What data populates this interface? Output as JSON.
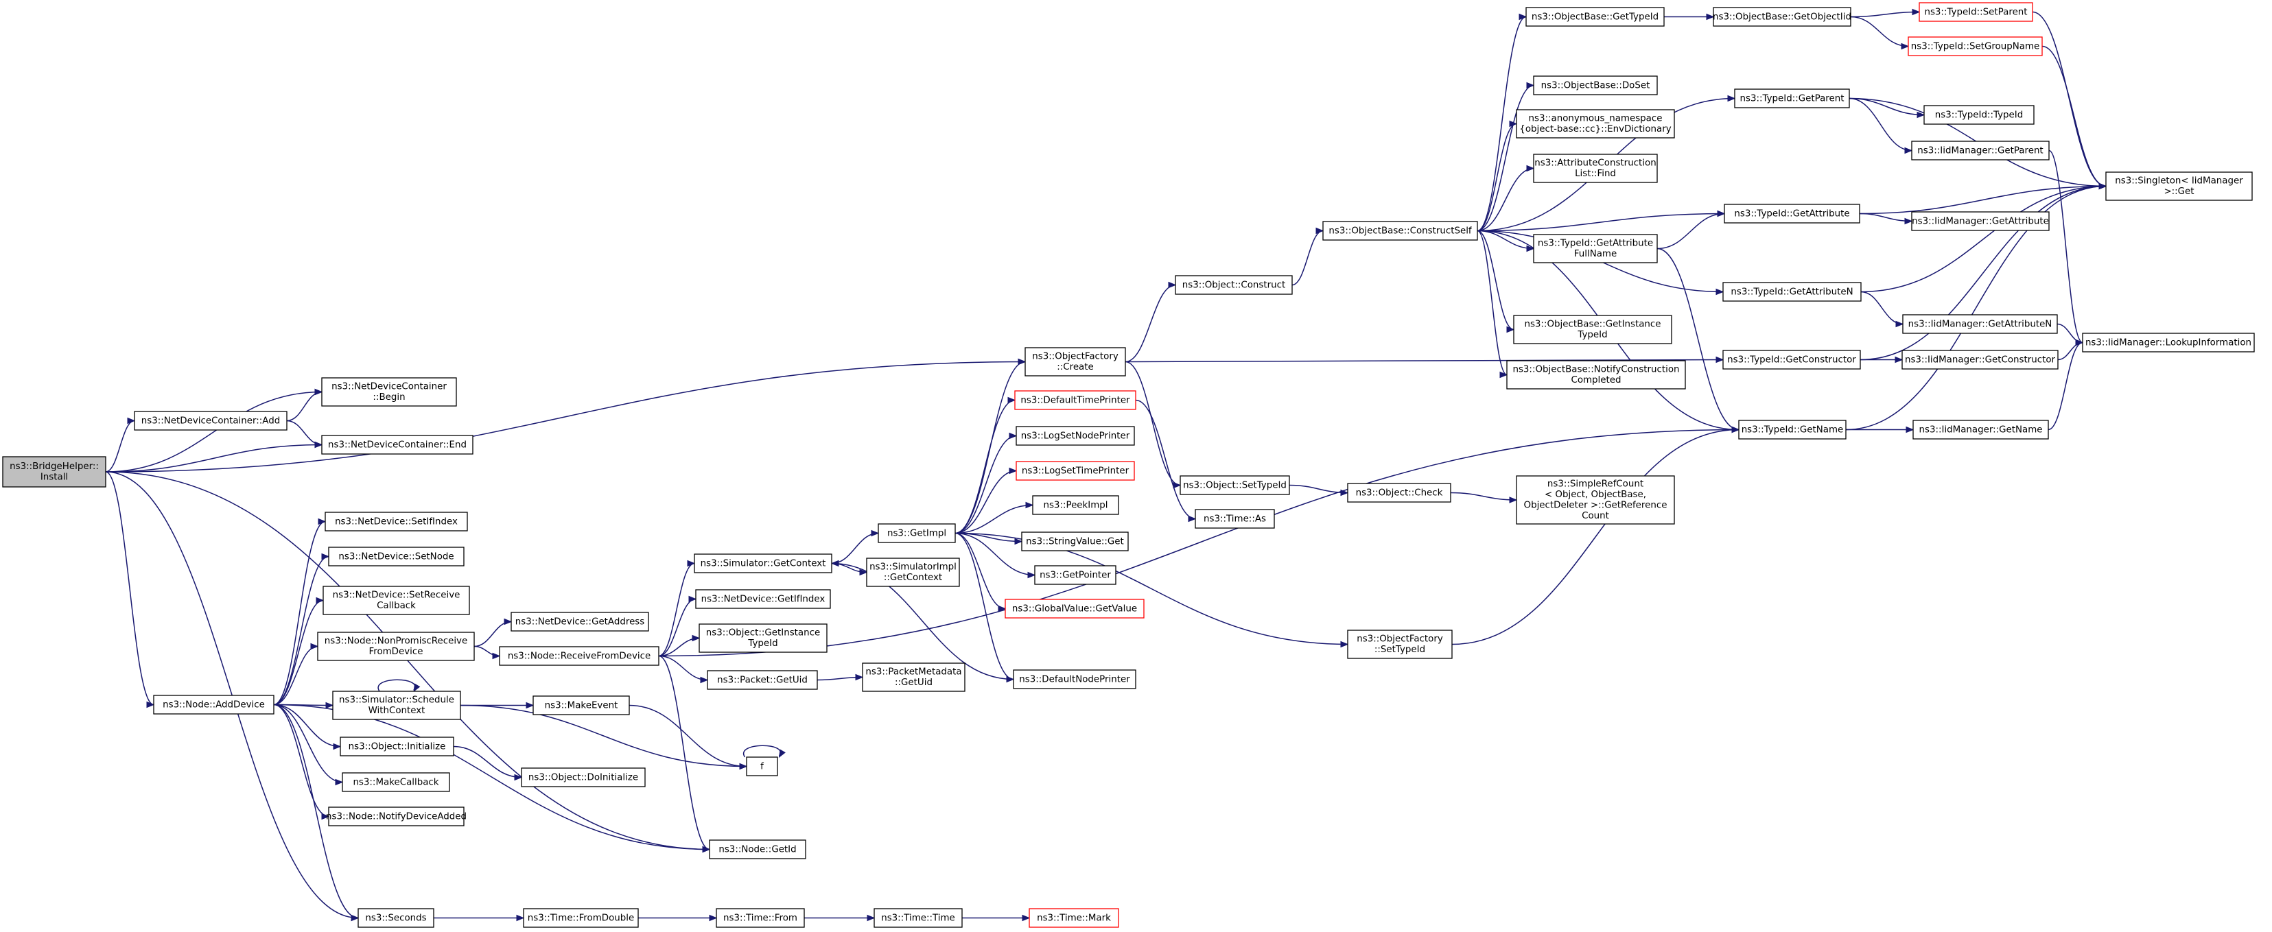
{
  "graph": {
    "nodes": [
      {
        "id": "n0",
        "lines": [
          "ns3::BridgeHelper::",
          "Install"
        ],
        "style": "root"
      },
      {
        "id": "n1",
        "lines": [
          "ns3::NetDeviceContainer::Add"
        ]
      },
      {
        "id": "n2",
        "lines": [
          "ns3::NetDeviceContainer",
          "::Begin"
        ]
      },
      {
        "id": "n3",
        "lines": [
          "ns3::NetDeviceContainer::End"
        ]
      },
      {
        "id": "n4",
        "lines": [
          "ns3::ObjectFactory",
          "::Create"
        ]
      },
      {
        "id": "n5",
        "lines": [
          "ns3::Object::Construct"
        ]
      },
      {
        "id": "n6",
        "lines": [
          "ns3::ObjectBase::ConstructSelf"
        ]
      },
      {
        "id": "n7",
        "lines": [
          "ns3::ObjectBase::GetTypeId"
        ]
      },
      {
        "id": "n8",
        "lines": [
          "ns3::ObjectBase::GetObjectIid"
        ]
      },
      {
        "id": "n9",
        "lines": [
          "ns3::TypeId::SetParent"
        ],
        "style": "trunc"
      },
      {
        "id": "n10",
        "lines": [
          "ns3::TypeId::SetGroupName"
        ],
        "style": "trunc"
      },
      {
        "id": "n11",
        "lines": [
          "ns3::ObjectBase::DoSet"
        ]
      },
      {
        "id": "n12",
        "lines": [
          "ns3::anonymous_namespace",
          "{object-base::cc}::EnvDictionary"
        ]
      },
      {
        "id": "n13",
        "lines": [
          "ns3::AttributeConstruction",
          "List::Find"
        ]
      },
      {
        "id": "n14",
        "lines": [
          "ns3::TypeId::GetParent"
        ]
      },
      {
        "id": "n15",
        "lines": [
          "ns3::TypeId::TypeId"
        ]
      },
      {
        "id": "n16",
        "lines": [
          "ns3::IidManager::GetParent"
        ]
      },
      {
        "id": "n17",
        "lines": [
          "ns3::Singleton< IidManager",
          ">::Get"
        ]
      },
      {
        "id": "n18",
        "lines": [
          "ns3::TypeId::GetAttribute"
        ]
      },
      {
        "id": "n19",
        "lines": [
          "ns3::IidManager::GetAttribute"
        ]
      },
      {
        "id": "n20",
        "lines": [
          "ns3::TypeId::GetAttribute",
          "FullName"
        ]
      },
      {
        "id": "n21",
        "lines": [
          "ns3::TypeId::GetAttributeN"
        ]
      },
      {
        "id": "n22",
        "lines": [
          "ns3::IidManager::GetAttributeN"
        ]
      },
      {
        "id": "n23",
        "lines": [
          "ns3::IidManager::LookupInformation"
        ]
      },
      {
        "id": "n24",
        "lines": [
          "ns3::ObjectBase::GetInstance",
          "TypeId"
        ]
      },
      {
        "id": "n25",
        "lines": [
          "ns3::ObjectBase::NotifyConstruction",
          "Completed"
        ]
      },
      {
        "id": "n26",
        "lines": [
          "ns3::TypeId::GetConstructor"
        ]
      },
      {
        "id": "n27",
        "lines": [
          "ns3::IidManager::GetConstructor"
        ]
      },
      {
        "id": "n28",
        "lines": [
          "ns3::TypeId::GetName"
        ]
      },
      {
        "id": "n29",
        "lines": [
          "ns3::IidManager::GetName"
        ]
      },
      {
        "id": "n30",
        "lines": [
          "ns3::Object::SetTypeId"
        ]
      },
      {
        "id": "n31",
        "lines": [
          "ns3::Object::Check"
        ]
      },
      {
        "id": "n32",
        "lines": [
          "ns3::SimpleRefCount",
          "< Object, ObjectBase,",
          "ObjectDeleter >::GetReference",
          "Count"
        ]
      },
      {
        "id": "n33",
        "lines": [
          "ns3::Time::As"
        ]
      },
      {
        "id": "n34",
        "lines": [
          "ns3::DefaultTimePrinter"
        ],
        "style": "trunc"
      },
      {
        "id": "n35",
        "lines": [
          "ns3::LogSetNodePrinter"
        ]
      },
      {
        "id": "n36",
        "lines": [
          "ns3::LogSetTimePrinter"
        ],
        "style": "trunc"
      },
      {
        "id": "n37",
        "lines": [
          "ns3::PeekImpl"
        ]
      },
      {
        "id": "n38",
        "lines": [
          "ns3::StringValue::Get"
        ]
      },
      {
        "id": "n39",
        "lines": [
          "ns3::GetPointer"
        ]
      },
      {
        "id": "n40",
        "lines": [
          "ns3::GlobalValue::GetValue"
        ],
        "style": "trunc"
      },
      {
        "id": "n41",
        "lines": [
          "ns3::DefaultNodePrinter"
        ]
      },
      {
        "id": "n42",
        "lines": [
          "ns3::GetImpl"
        ]
      },
      {
        "id": "n43",
        "lines": [
          "ns3::Simulator::GetContext"
        ]
      },
      {
        "id": "n44",
        "lines": [
          "ns3::SimulatorImpl",
          "::GetContext"
        ]
      },
      {
        "id": "n45",
        "lines": [
          "ns3::NetDevice::GetIfIndex"
        ]
      },
      {
        "id": "n46",
        "lines": [
          "ns3::Object::GetInstance",
          "TypeId"
        ]
      },
      {
        "id": "n47",
        "lines": [
          "ns3::Packet::GetUid"
        ]
      },
      {
        "id": "n48",
        "lines": [
          "ns3::PacketMetadata",
          "::GetUid"
        ]
      },
      {
        "id": "n49",
        "lines": [
          "ns3::ObjectFactory",
          "::SetTypeId"
        ]
      },
      {
        "id": "n50",
        "lines": [
          "ns3::NetDevice::SetIfIndex"
        ]
      },
      {
        "id": "n51",
        "lines": [
          "ns3::NetDevice::SetNode"
        ]
      },
      {
        "id": "n52",
        "lines": [
          "ns3::NetDevice::SetReceive",
          "Callback"
        ]
      },
      {
        "id": "n53",
        "lines": [
          "ns3::Node::NonPromiscReceive",
          "FromDevice"
        ]
      },
      {
        "id": "n54",
        "lines": [
          "ns3::NetDevice::GetAddress"
        ]
      },
      {
        "id": "n55",
        "lines": [
          "ns3::Node::ReceiveFromDevice"
        ]
      },
      {
        "id": "n56",
        "lines": [
          "ns3::Node::AddDevice"
        ]
      },
      {
        "id": "n57",
        "lines": [
          "ns3::Simulator::Schedule",
          "WithContext"
        ]
      },
      {
        "id": "n58",
        "lines": [
          "ns3::MakeEvent"
        ]
      },
      {
        "id": "n59",
        "lines": [
          "f"
        ]
      },
      {
        "id": "n60",
        "lines": [
          "ns3::Object::Initialize"
        ]
      },
      {
        "id": "n61",
        "lines": [
          "ns3::Object::DoInitialize"
        ]
      },
      {
        "id": "n62",
        "lines": [
          "ns3::MakeCallback"
        ]
      },
      {
        "id": "n63",
        "lines": [
          "ns3::Node::NotifyDeviceAdded"
        ]
      },
      {
        "id": "n64",
        "lines": [
          "ns3::Node::GetId"
        ]
      },
      {
        "id": "n65",
        "lines": [
          "ns3::Seconds"
        ]
      },
      {
        "id": "n66",
        "lines": [
          "ns3::Time::FromDouble"
        ]
      },
      {
        "id": "n67",
        "lines": [
          "ns3::Time::From"
        ]
      },
      {
        "id": "n68",
        "lines": [
          "ns3::Time::Time"
        ]
      },
      {
        "id": "n69",
        "lines": [
          "ns3::Time::Mark"
        ],
        "style": "trunc"
      }
    ],
    "edges": [
      [
        "n0",
        "n1"
      ],
      [
        "n0",
        "n2"
      ],
      [
        "n0",
        "n3"
      ],
      [
        "n0",
        "n4"
      ],
      [
        "n0",
        "n56"
      ],
      [
        "n0",
        "n64"
      ],
      [
        "n0",
        "n65"
      ],
      [
        "n1",
        "n2"
      ],
      [
        "n1",
        "n3"
      ],
      [
        "n4",
        "n5"
      ],
      [
        "n4",
        "n26"
      ],
      [
        "n4",
        "n30"
      ],
      [
        "n5",
        "n6"
      ],
      [
        "n6",
        "n7"
      ],
      [
        "n6",
        "n11"
      ],
      [
        "n6",
        "n12"
      ],
      [
        "n6",
        "n13"
      ],
      [
        "n6",
        "n14"
      ],
      [
        "n6",
        "n18"
      ],
      [
        "n6",
        "n20"
      ],
      [
        "n6",
        "n21"
      ],
      [
        "n6",
        "n24"
      ],
      [
        "n6",
        "n25"
      ],
      [
        "n6",
        "n28"
      ],
      [
        "n7",
        "n8"
      ],
      [
        "n8",
        "n9"
      ],
      [
        "n8",
        "n10"
      ],
      [
        "n9",
        "n17"
      ],
      [
        "n10",
        "n17"
      ],
      [
        "n14",
        "n15"
      ],
      [
        "n14",
        "n16"
      ],
      [
        "n14",
        "n17"
      ],
      [
        "n16",
        "n23"
      ],
      [
        "n18",
        "n17"
      ],
      [
        "n18",
        "n19"
      ],
      [
        "n20",
        "n18"
      ],
      [
        "n20",
        "n28"
      ],
      [
        "n21",
        "n17"
      ],
      [
        "n21",
        "n22"
      ],
      [
        "n22",
        "n23"
      ],
      [
        "n26",
        "n17"
      ],
      [
        "n26",
        "n27"
      ],
      [
        "n27",
        "n23"
      ],
      [
        "n28",
        "n17"
      ],
      [
        "n28",
        "n29"
      ],
      [
        "n29",
        "n23"
      ],
      [
        "n30",
        "n31"
      ],
      [
        "n31",
        "n32"
      ],
      [
        "n34",
        "n33"
      ],
      [
        "n42",
        "n4"
      ],
      [
        "n42",
        "n34"
      ],
      [
        "n42",
        "n35"
      ],
      [
        "n42",
        "n36"
      ],
      [
        "n42",
        "n37"
      ],
      [
        "n42",
        "n38"
      ],
      [
        "n42",
        "n39"
      ],
      [
        "n42",
        "n40"
      ],
      [
        "n42",
        "n41"
      ],
      [
        "n42",
        "n49"
      ],
      [
        "n41",
        "n43"
      ],
      [
        "n43",
        "n42"
      ],
      [
        "n43",
        "n44"
      ],
      [
        "n49",
        "n28"
      ],
      [
        "n53",
        "n54"
      ],
      [
        "n53",
        "n55"
      ],
      [
        "n55",
        "n43"
      ],
      [
        "n55",
        "n45"
      ],
      [
        "n55",
        "n46"
      ],
      [
        "n55",
        "n47"
      ],
      [
        "n55",
        "n64"
      ],
      [
        "n55",
        "n28"
      ],
      [
        "n47",
        "n48"
      ],
      [
        "n56",
        "n50"
      ],
      [
        "n56",
        "n51"
      ],
      [
        "n56",
        "n52"
      ],
      [
        "n56",
        "n53"
      ],
      [
        "n56",
        "n57"
      ],
      [
        "n56",
        "n60"
      ],
      [
        "n56",
        "n62"
      ],
      [
        "n56",
        "n63"
      ],
      [
        "n56",
        "n64"
      ],
      [
        "n56",
        "n65"
      ],
      [
        "n57",
        "n57"
      ],
      [
        "n57",
        "n58"
      ],
      [
        "n57",
        "n59"
      ],
      [
        "n58",
        "n59"
      ],
      [
        "n59",
        "n59"
      ],
      [
        "n60",
        "n61"
      ],
      [
        "n65",
        "n66"
      ],
      [
        "n66",
        "n67"
      ],
      [
        "n67",
        "n68"
      ],
      [
        "n68",
        "n69"
      ]
    ]
  }
}
